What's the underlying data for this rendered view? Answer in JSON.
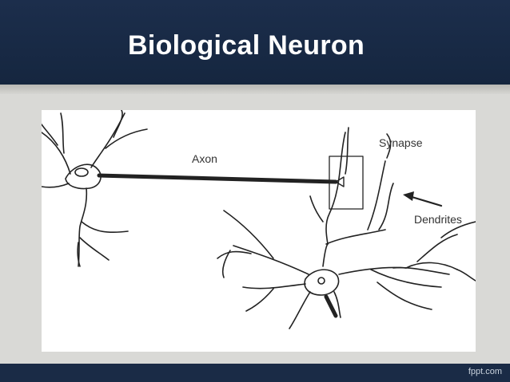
{
  "header": {
    "title": "Biological Neuron"
  },
  "diagram": {
    "labels": {
      "axon": "Axon",
      "synapse": "Synapse",
      "dendrites": "Dendrites"
    }
  },
  "footer": {
    "brand": "fppt.com"
  },
  "colors": {
    "header_bg": "#1c2e4c",
    "footer_bg": "#1a2b46",
    "line": "#222222"
  }
}
